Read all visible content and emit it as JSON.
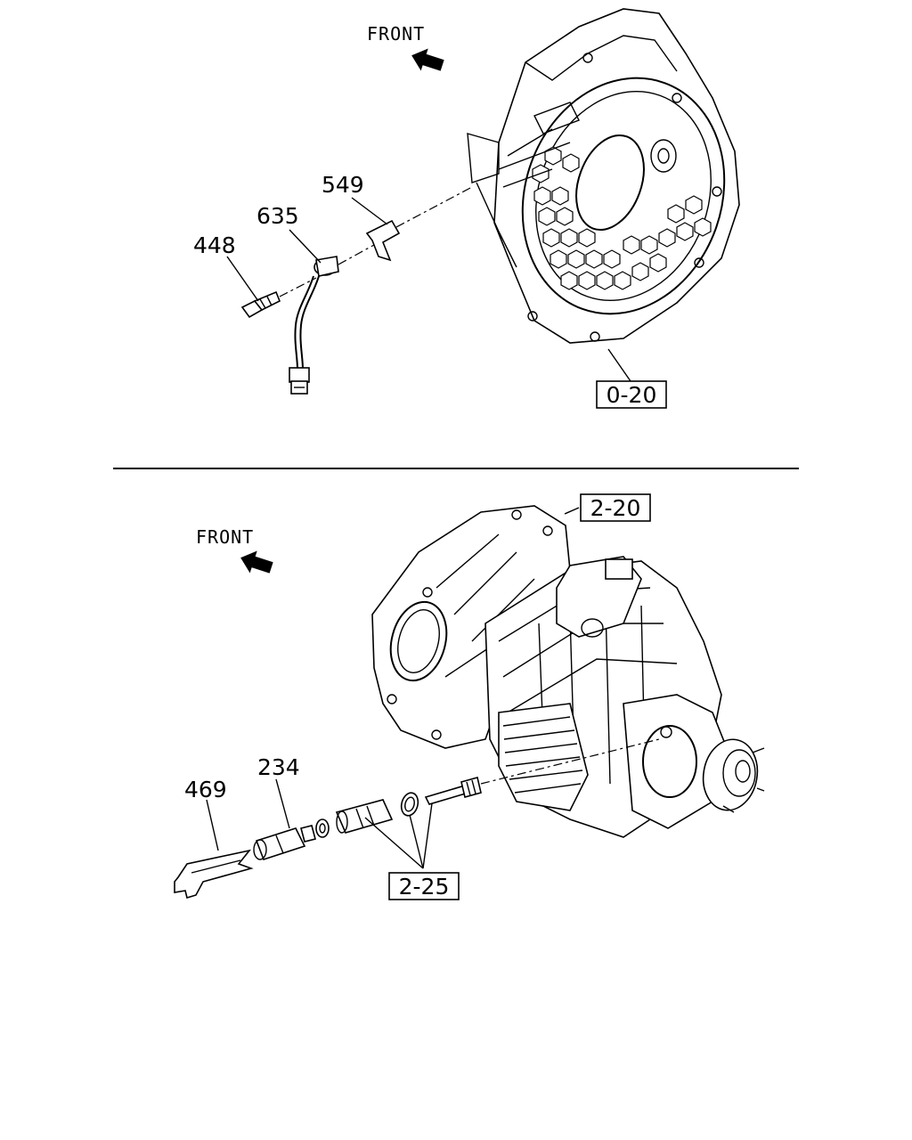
{
  "upper": {
    "direction_label": "FRONT",
    "callouts": [
      "549",
      "635",
      "448"
    ],
    "reference": "0-20"
  },
  "lower": {
    "direction_label": "FRONT",
    "callouts": [
      "234",
      "469"
    ],
    "reference_top": "2-20",
    "reference_bottom": "2-25"
  }
}
